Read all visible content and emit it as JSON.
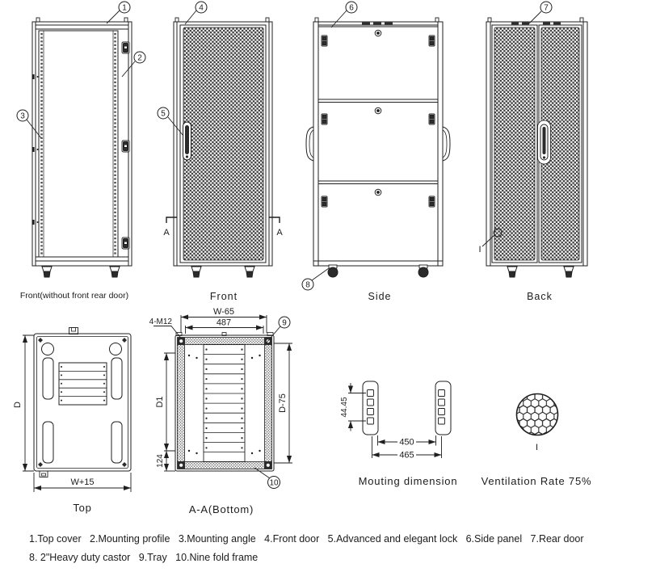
{
  "callouts": {
    "c1": "1",
    "c2": "2",
    "c3": "3",
    "c4": "4",
    "c5": "5",
    "c6": "6",
    "c7": "7",
    "c8": "8",
    "c9": "9",
    "c10": "10"
  },
  "views": {
    "front_open": {
      "label": "Front(without front rear door)"
    },
    "front": {
      "label": "Front",
      "section_label": "A"
    },
    "side": {
      "label": "Side"
    },
    "back": {
      "label": "Back",
      "detail_label": "I"
    },
    "top": {
      "label": "Top",
      "dims": {
        "depth": "D",
        "width": "W+15"
      }
    },
    "aa_bottom": {
      "label": "A-A(Bottom)",
      "dims": {
        "w65": "W-65",
        "width_487": "487",
        "m12": "4-M12",
        "d1": "D1",
        "h124": "124",
        "d75": "D-75"
      }
    },
    "mounting": {
      "label": "Mouting dimension",
      "dims": {
        "pitch": "44.45",
        "inner": "450",
        "outer": "465"
      }
    },
    "ventilation": {
      "label": "Ventilation Rate 75%",
      "detail_label": "I"
    }
  },
  "legend": {
    "line1": "1.Top cover   2.Mounting profile   3.Mounting angle   4.Front door   5.Advanced and elegant lock   6.Side panel   7.Rear door",
    "line2": "8. 2\"Heavy duty castor   9.Tray   10.Nine fold frame"
  }
}
